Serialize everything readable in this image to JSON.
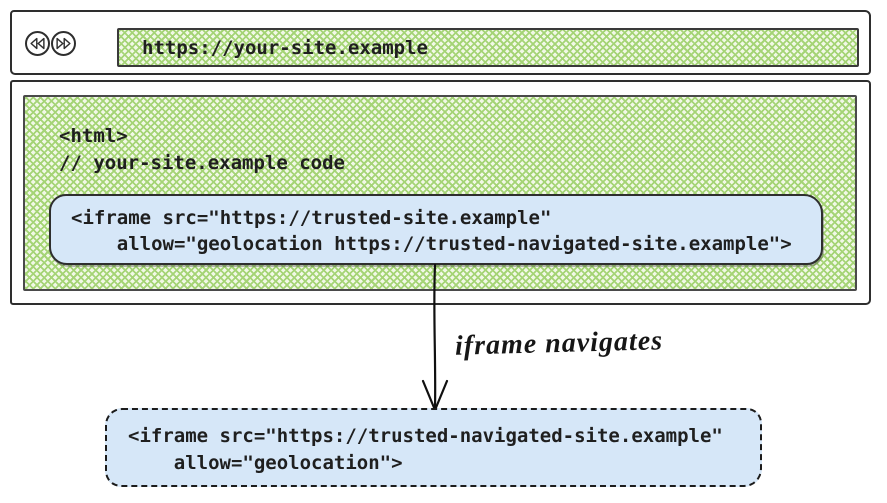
{
  "colors": {
    "hatch_green": "#a5d476",
    "hatch_bg": "#f1f8e6",
    "box_blue": "#d6e7f8",
    "ink": "#1f1f1f"
  },
  "browser": {
    "toolbar": {
      "back_icon": "double-arrow-left",
      "forward_icon": "double-arrow-right",
      "url": "https://your-site.example"
    },
    "page": {
      "code_line_1": "<html>",
      "code_line_2": "// your-site.example code",
      "iframe_snippet": {
        "line_1": "<iframe src=\"https://trusted-site.example\"",
        "line_2": "    allow=\"geolocation https://trusted-navigated-site.example\">"
      }
    }
  },
  "annotation": {
    "arrow_label": "iframe navigates"
  },
  "navigated_iframe_snippet": {
    "line_1": "<iframe src=\"https://trusted-navigated-site.example\"",
    "line_2": "    allow=\"geolocation\">"
  }
}
